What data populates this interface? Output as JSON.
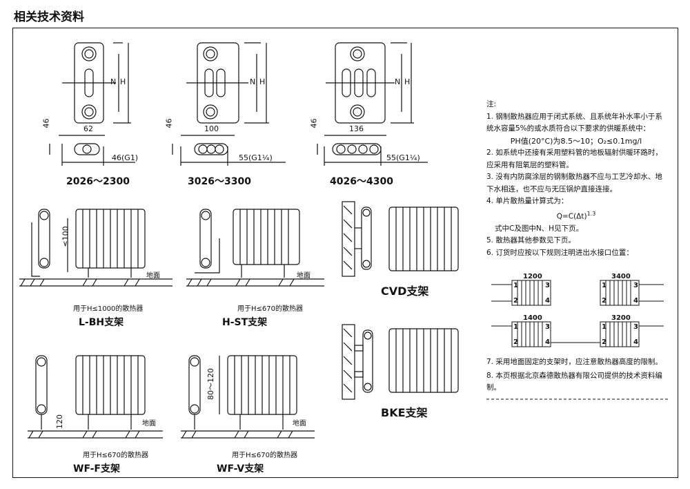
{
  "page_title": "相关技术资料",
  "top_figures": [
    {
      "label": "2026～2300",
      "width": "62",
      "depth": "46",
      "pipe": "46(G1)",
      "dim_n": "N",
      "dim_h": "H"
    },
    {
      "label": "3026～3300",
      "width": "100",
      "depth": "46",
      "pipe": "55(G1¼)",
      "dim_n": "N",
      "dim_h": "H"
    },
    {
      "label": "4026～4300",
      "width": "136",
      "depth": "46",
      "pipe": "55(G1¼)",
      "dim_n": "N",
      "dim_h": "H"
    }
  ],
  "brackets": {
    "lbh": {
      "label": "L-BH支架",
      "note": "用于H≤1000的散热器",
      "dim": "≤100",
      "ground": "地面"
    },
    "hst": {
      "label": "H-ST支架",
      "note": "用于H≤670的散热器",
      "ground": "地面"
    },
    "cvd": {
      "label": "CVD支架"
    },
    "bke": {
      "label": "BKE支架"
    },
    "wff": {
      "label": "WF-F支架",
      "note": "用于H≤670的散热器",
      "dim": "120",
      "ground": "地面"
    },
    "wfv": {
      "label": "WF-V支架",
      "note": "用于H≤670的散热器",
      "dim": "80～120",
      "ground": "地面"
    }
  },
  "notes": {
    "heading": "注:",
    "n1a": "1. 钢制散热器应用于闭式系统、且系统年补水率小于系",
    "n1b": "统水容量5%的或水质符合以下要求的供暖系统中：",
    "n1c": "PH值(20°C)为8.5～10；O₂≤0.1mg/l",
    "n2a": "2. 如系统中还接有采用塑料管的地板辐射供暖环路时，",
    "n2b": "应采用有阻氧层的塑料管。",
    "n3a": "3. 没有内防腐涂层的钢制散热器不应与工艺冷却水、地",
    "n3b": "下水相连，也不应与无压锅炉直接连接。",
    "n4a": "4. 单片散热量计算式为：",
    "n4b": "Q=C(Δt)",
    "n4exp": "1.3",
    "n4c": "式中C及图中N、H见下页。",
    "n5": "5. 散热器其他参数见下页。",
    "n6": "6. 订货时应按以下规则注明进出水接口位置：",
    "n7": "7. 采用地面固定的支架时，应注意散热器高度的限制。",
    "n8a": "8. 本页根据北京森德散热器有限公司提供的技术资料编",
    "n8b": "制。"
  },
  "connections": [
    {
      "code": "1200",
      "ports": [
        "1",
        "2",
        "3",
        "4"
      ]
    },
    {
      "code": "3400",
      "ports": [
        "1",
        "2",
        "3",
        "4"
      ]
    },
    {
      "code": "1400",
      "ports": [
        "1",
        "2",
        "3",
        "4"
      ]
    },
    {
      "code": "3200",
      "ports": [
        "1",
        "2",
        "3",
        "4"
      ]
    }
  ]
}
